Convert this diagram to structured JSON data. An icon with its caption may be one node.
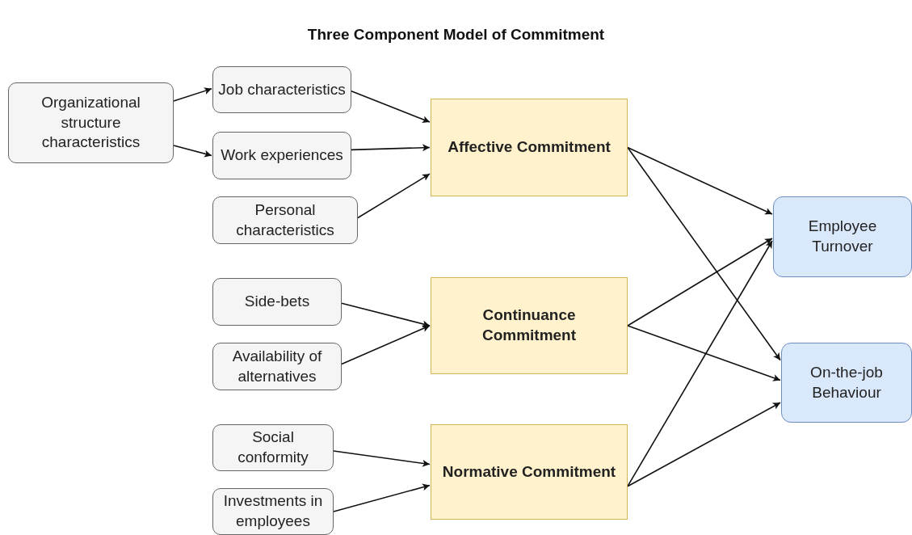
{
  "diagram": {
    "title": "Three Component Model of Commitment",
    "nodes": [
      {
        "text": [
          "Organizational structure characteristics"
        ]
      },
      {
        "text": [
          "Job characteristics"
        ]
      },
      {
        "text": [
          "Work experiences"
        ]
      },
      {
        "text": [
          "Personal characteristics"
        ]
      },
      {
        "text": [
          "Affective Commitment"
        ]
      },
      {
        "text": [
          "Side-bets"
        ]
      },
      {
        "text": [
          "Availability of alternatives"
        ]
      },
      {
        "text": [
          "Continuance Commitment"
        ]
      },
      {
        "text": [
          "Social conformity"
        ]
      },
      {
        "text": [
          "Investments in employees"
        ]
      },
      {
        "text": [
          "Normative Commitment"
        ]
      },
      {
        "text": [
          "Employee Turnover"
        ]
      },
      {
        "text": [
          "On-the-job Behaviour"
        ]
      }
    ],
    "edges": [
      {
        "from": 0,
        "to": 1,
        "arrow": "to"
      },
      {
        "from": 0,
        "to": 2,
        "arrow": "to"
      },
      {
        "from": 1,
        "to": 4,
        "arrow": "to"
      },
      {
        "from": 2,
        "to": 4,
        "arrow": "to"
      },
      {
        "from": 3,
        "to": 4,
        "arrow": "to"
      },
      {
        "from": 5,
        "to": 7,
        "arrow": "to"
      },
      {
        "from": 6,
        "to": 7,
        "arrow": "to"
      },
      {
        "from": 8,
        "to": 10,
        "arrow": "to"
      },
      {
        "from": 9,
        "to": 10,
        "arrow": "to"
      },
      {
        "from": 4,
        "to": 11,
        "arrow": "to"
      },
      {
        "from": 4,
        "to": 12,
        "arrow": "to"
      },
      {
        "from": 7,
        "to": 11,
        "arrow": "to"
      },
      {
        "from": 7,
        "to": 12,
        "arrow": "to"
      },
      {
        "from": 10,
        "to": 11,
        "arrow": "to"
      },
      {
        "from": 10,
        "to": 12,
        "arrow": "to"
      }
    ]
  }
}
